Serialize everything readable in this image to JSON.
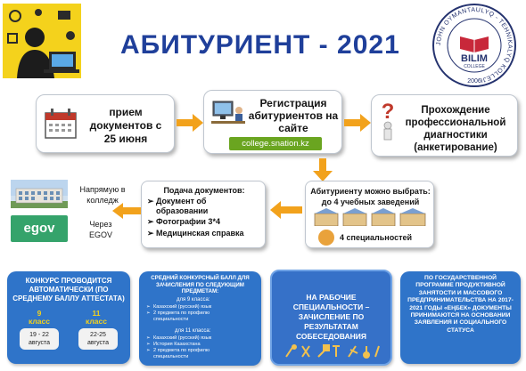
{
  "header": {
    "title": "АБИТУРИЕНТ  - 2021",
    "logo_right": {
      "ring_text": "JOHN OYMANTAULYQ - TEHNIKALYQ KOLLEJI",
      "name": "BILIM",
      "subtitle": "COLLEGE",
      "year": "2006"
    }
  },
  "flow": {
    "step1": {
      "text": "прием документов с 25 июня",
      "icon": "calendar-icon"
    },
    "step2": {
      "text": "Регистрация абитуриентов на сайте",
      "site": "college.snation.kz",
      "icon": "computer-desk-icon"
    },
    "step3": {
      "text": "Прохождение профессиональной диагностики (анкетирование)",
      "icon": "question-mark-figure-icon"
    },
    "step4": {
      "text": "Абитуриенту можно выбрать: до 4 учебных заведений",
      "specialties": "4 специальностей",
      "icon": "buildings-icon"
    },
    "step5": {
      "title": "Подача документов:",
      "items": [
        "Документ об образовании",
        "Фотографии 3*4",
        "Медицинская справка"
      ]
    },
    "channels": {
      "direct": "Напрямую в колледж",
      "egov_label": "Через EGOV",
      "egov_logo": "egov"
    }
  },
  "cards": {
    "card1": {
      "text": "КОНКУРС ПРОВОДИТСЯ АВТОМАТИЧЕСКИ (ПО СРЕДНЕМУ БАЛЛУ АТТЕСТАТА)",
      "grade9_num": "9",
      "grade9_word": "класс",
      "grade11_num": "11",
      "grade11_word": "класс",
      "date9": "19 - 22 августа",
      "date11": "22-25 августа"
    },
    "card2": {
      "title": "СРЕДНИЙ КОНКУРСНЫЙ БАЛЛ ДЛЯ ЗАЧИСЛЕНИЯ ПО СЛЕДУЮЩИМ ПРЕДМЕТАМ:",
      "grade9_label": "для 9 класса:",
      "grade9_items": [
        "Казахский (русский) язык",
        "2 предмета по профилю специальности"
      ],
      "grade11_label": "для 11 класса:",
      "grade11_items": [
        "Казахский (русский) язык",
        "История Казахстана",
        "2 предмета по профилю специальности"
      ]
    },
    "card3": {
      "text": "НА РАБОЧИЕ СПЕЦИАЛЬНОСТИ – ЗАЧИСЛЕНИЕ ПО РЕЗУЛЬТАТАМ СОБЕСЕДОВАНИЯ"
    },
    "card4": {
      "text": "ПО ГОСУДАРСТВЕННОЙ ПРОГРАММЕ ПРОДУКТИВНОЙ ЗАНЯТОСТИ И МАССОВОГО ПРЕДПРИНИМАТЕЛЬСТВА НА 2017-2021 ГОДЫ «ЕҢБЕК» ДОКУМЕНТЫ ПРИНИМАЮТСЯ НА ОСНОВАНИИ ЗАЯВЛЕНИЯ И СОЦИАЛЬНОГО СТАТУСА"
    }
  },
  "colors": {
    "title": "#1f3f9a",
    "arrow": "#f2a21c",
    "card": "#2f74c9",
    "card_highlight": "#f5d21a",
    "site_badge": "#6aa520"
  }
}
